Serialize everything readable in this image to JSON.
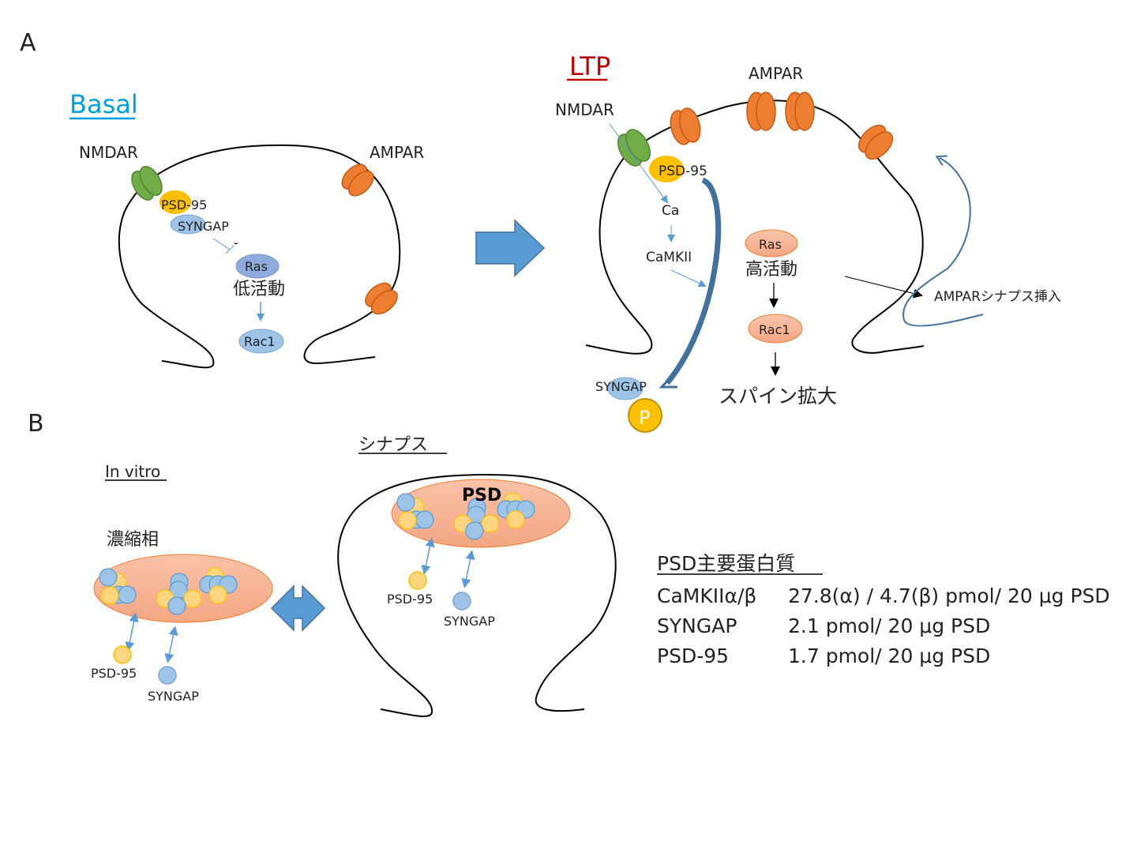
{
  "panels": {
    "a": "A",
    "b": "B"
  },
  "basal": {
    "title": "Basal",
    "title_color": "#00a0e0",
    "nmdar": "NMDAR",
    "ampar": "AMPAR",
    "psd95": "PSD-95",
    "syngap": "SYNGAP",
    "minus": "-",
    "ras": "Ras",
    "ras_state": "低活動",
    "rac1": "Rac1"
  },
  "transition_arrow": "right-arrow",
  "ltp": {
    "title": "LTP",
    "title_color": "#c00000",
    "nmdar": "NMDAR",
    "ampar": "AMPAR",
    "psd95": "PSD-95",
    "ca": "Ca",
    "camkii": "CaMKII",
    "ras": "Ras",
    "ras_state": "高活動",
    "rac1": "Rac1",
    "spine_enlargement": "スパイン拡大",
    "ampar_insertion": "AMPARシナプス挿入",
    "syngap": "SYNGAP",
    "phospho": "P"
  },
  "in_vitro": {
    "title": "In vitro",
    "condensed_phase": "濃縮相",
    "psd95": "PSD-95",
    "syngap": "SYNGAP"
  },
  "synapse": {
    "title": "シナプス",
    "psd": "PSD",
    "psd95": "PSD-95",
    "syngap": "SYNGAP"
  },
  "psd_table": {
    "title": "PSD主要蛋白質",
    "rows": [
      {
        "protein": "CaMKIIα/β",
        "amount": "27.8(α) / 4.7(β) pmol/ 20 μg PSD"
      },
      {
        "protein": "SYNGAP",
        "amount": "2.1 pmol/ 20 μg PSD"
      },
      {
        "protein": "PSD-95",
        "amount": "1.7 pmol/ 20 μg PSD"
      }
    ]
  },
  "colors": {
    "nmdar_green": "#70ad47",
    "ampar_orange": "#ed7d31",
    "psd95_yellow": "#ffc000",
    "syngap_blue": "#9dc3e6",
    "ras_basal": "#8faadc",
    "ras_ltp": "#f4b183",
    "arrow_blue": "#5b9bd5",
    "dark_arrow_blue": "#41719c"
  }
}
